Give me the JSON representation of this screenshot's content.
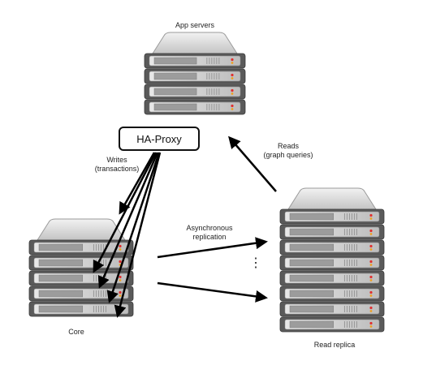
{
  "labels": {
    "app_servers": "App servers",
    "ha_proxy": "HA-Proxy",
    "writes_line1": "Writes",
    "writes_line2": "(transactions)",
    "reads_line1": "Reads",
    "reads_line2": "(graph queries)",
    "async_line1": "Asynchronous",
    "async_line2": "replication",
    "core": "Core",
    "read_replica": "Read replica",
    "ellipsis": "⋮"
  },
  "icons": {
    "server_stack": "server-rack-icon"
  },
  "colors": {
    "arrow": "#000000",
    "server_body": "#d6d6d6",
    "server_unit": "#555555",
    "led_red": "#e03030",
    "led_orange": "#f0a020"
  },
  "stacks": {
    "app_servers_units": 4,
    "core_units": 5,
    "read_replica_units": 8
  }
}
